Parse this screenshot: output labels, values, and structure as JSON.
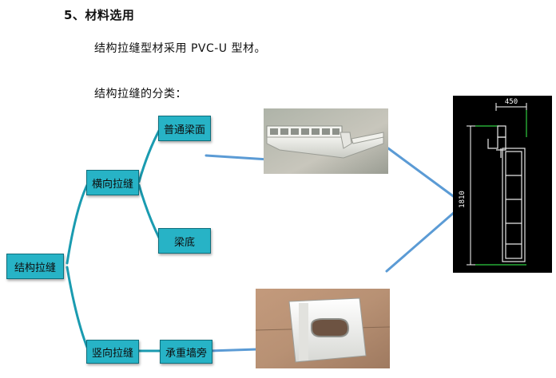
{
  "section": {
    "heading": "5、材料选用"
  },
  "paragraphs": {
    "material": "结构拉缝型材采用 PVC-U 型材。",
    "classification": "结构拉缝的分类："
  },
  "tree": {
    "root": "结构拉缝",
    "horizontal": "横向拉缝",
    "vertical": "竖向拉缝",
    "normal_beam": "普通梁面",
    "beam_bottom": "梁底",
    "load_wall": "承重墙旁"
  },
  "drawing": {
    "width_label": "450",
    "height_label": "1810"
  },
  "colors": {
    "node_fill": "#27b3c6",
    "branch_line": "#1a9bb0",
    "connector_line": "#5b9bd5",
    "drawing_bg": "#000000",
    "drawing_line": "#2ecc40"
  }
}
